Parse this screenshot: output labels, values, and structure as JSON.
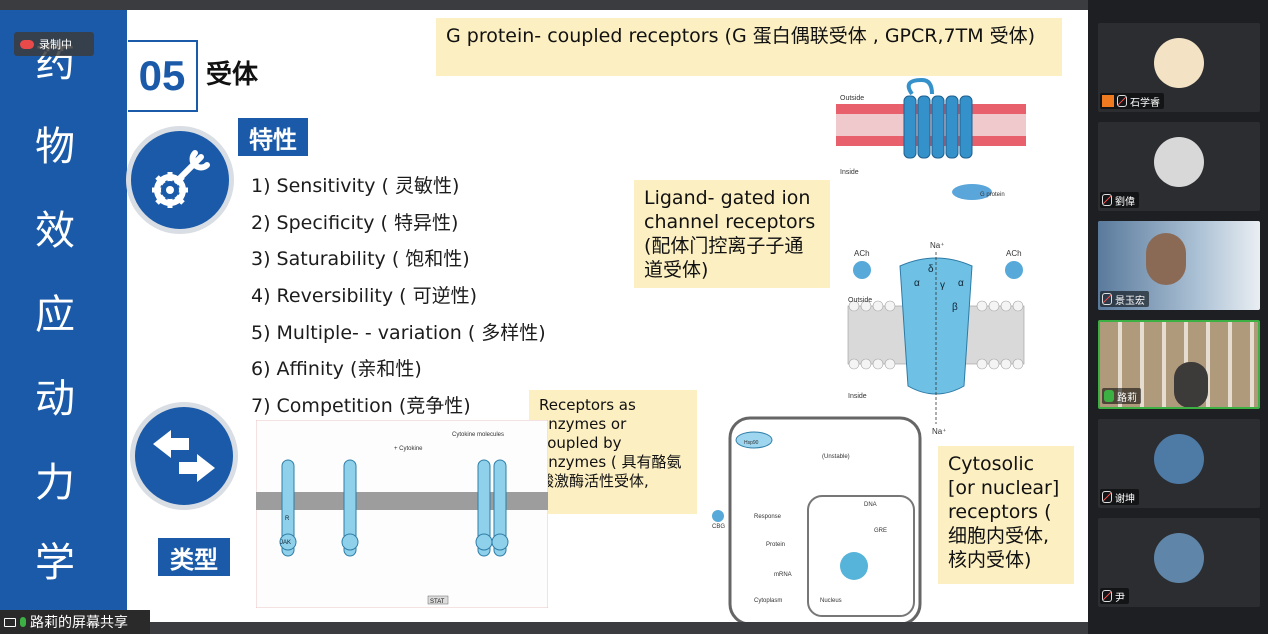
{
  "slide": {
    "vertical_title": [
      "药",
      "物",
      "效",
      "应",
      "动",
      "力",
      "学"
    ],
    "section_number": "05",
    "section_title": "受体",
    "properties_heading": "特性",
    "types_heading": "类型",
    "properties": [
      "1) Sensitivity ( 灵敏性)",
      "2) Specificity ( 特异性)",
      "3) Saturability ( 饱和性)",
      "4) Reversibility ( 可逆性)",
      "5) Multiple- - variation ( 多样性)",
      "6)  Affinity (亲和性)",
      "7) Competition (竞争性)"
    ],
    "notes": {
      "gpcr": "G protein- coupled receptors (G 蛋白偶联受体 , GPCR,7TM 受体)",
      "ligand": "Ligand-  gated ion channel receptors (配体门控离子子通道受体)",
      "enzyme": "Receptors as enzymes or coupled by enzymes ( 具有酪氨酸激酶活性受体,",
      "cytosolic": "Cytosolic [or nuclear] receptors  (  细胞内受体, 核内受体)"
    },
    "figure_labels": {
      "gpcr_outside": "Outside",
      "gpcr_inside": "Inside",
      "gpcr_g": "G protein",
      "ion_outside": "Outside",
      "ion_inside": "Inside",
      "ion_ach_left": "ACh",
      "ion_ach_right": "ACh",
      "ion_na_top": "Na⁺",
      "ion_na_bottom": "Na⁺",
      "ion_delta": "δ",
      "ion_alpha_l": "α",
      "ion_alpha_r": "α",
      "ion_gamma": "γ",
      "ion_beta": "β",
      "jak_cytokine": "+ Cytokine",
      "jak_cytokine_mol": "Cytokine molecules",
      "jak_r": "R",
      "jak_jak": "JAK",
      "jak_stat": "STAT",
      "nuc_response": "Response",
      "nuc_protein": "Protein",
      "nuc_mrna": "mRNA",
      "nuc_cytoplasm": "Cytoplasm",
      "nuc_nucleus": "Nucleus",
      "nuc_dna": "DNA",
      "nuc_gre": "GRE",
      "nuc_unstable": "(Unstable)",
      "nuc_cbg": "CBG",
      "nuc_hsp": "Hsp90"
    }
  },
  "recording_label": "录制中",
  "screen_share_label": "路莉的屏幕共享",
  "participants": [
    {
      "name": "石学睿",
      "muted": true,
      "active": false
    },
    {
      "name": "劉偉",
      "muted": true,
      "active": false
    },
    {
      "name": "景玉宏",
      "muted": true,
      "active": false
    },
    {
      "name": "路莉",
      "muted": false,
      "active": true
    },
    {
      "name": "谢坤",
      "muted": true,
      "active": false
    },
    {
      "name": "尹",
      "muted": true,
      "active": false
    }
  ],
  "colors": {
    "slide_blue": "#1a5aa8",
    "note_bg": "#fcefc2",
    "active_border": "#3cb043"
  }
}
